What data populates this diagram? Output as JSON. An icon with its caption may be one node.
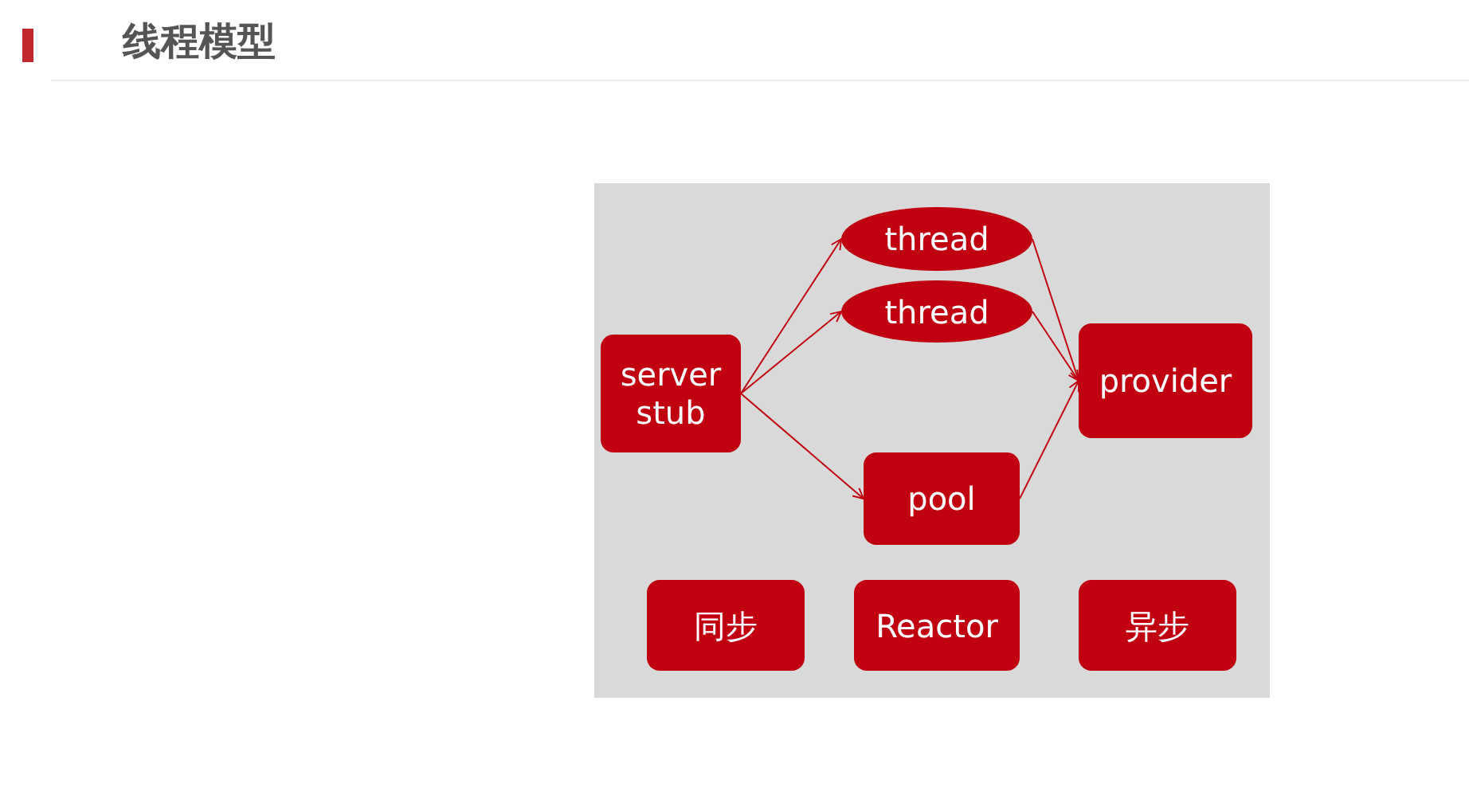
{
  "diagram": {
    "title": "线程模型",
    "nodes": [
      {
        "text": [
          "server stub"
        ]
      },
      {
        "text": [
          "thread"
        ]
      },
      {
        "text": [
          "thread"
        ]
      },
      {
        "text": [
          "provider"
        ]
      },
      {
        "text": [
          "pool"
        ]
      },
      {
        "text": [
          "同步"
        ]
      },
      {
        "text": [
          "Reactor"
        ]
      },
      {
        "text": [
          "异步"
        ]
      }
    ],
    "edges": [
      {
        "from": 0,
        "to": 1,
        "arrow": "to"
      },
      {
        "from": 0,
        "to": 2,
        "arrow": "to"
      },
      {
        "from": 0,
        "to": 4,
        "arrow": "to"
      },
      {
        "from": 1,
        "to": 3,
        "arrow": "to"
      },
      {
        "from": 2,
        "to": 3,
        "arrow": "to"
      },
      {
        "from": 4,
        "to": 3,
        "arrow": "to"
      }
    ]
  }
}
